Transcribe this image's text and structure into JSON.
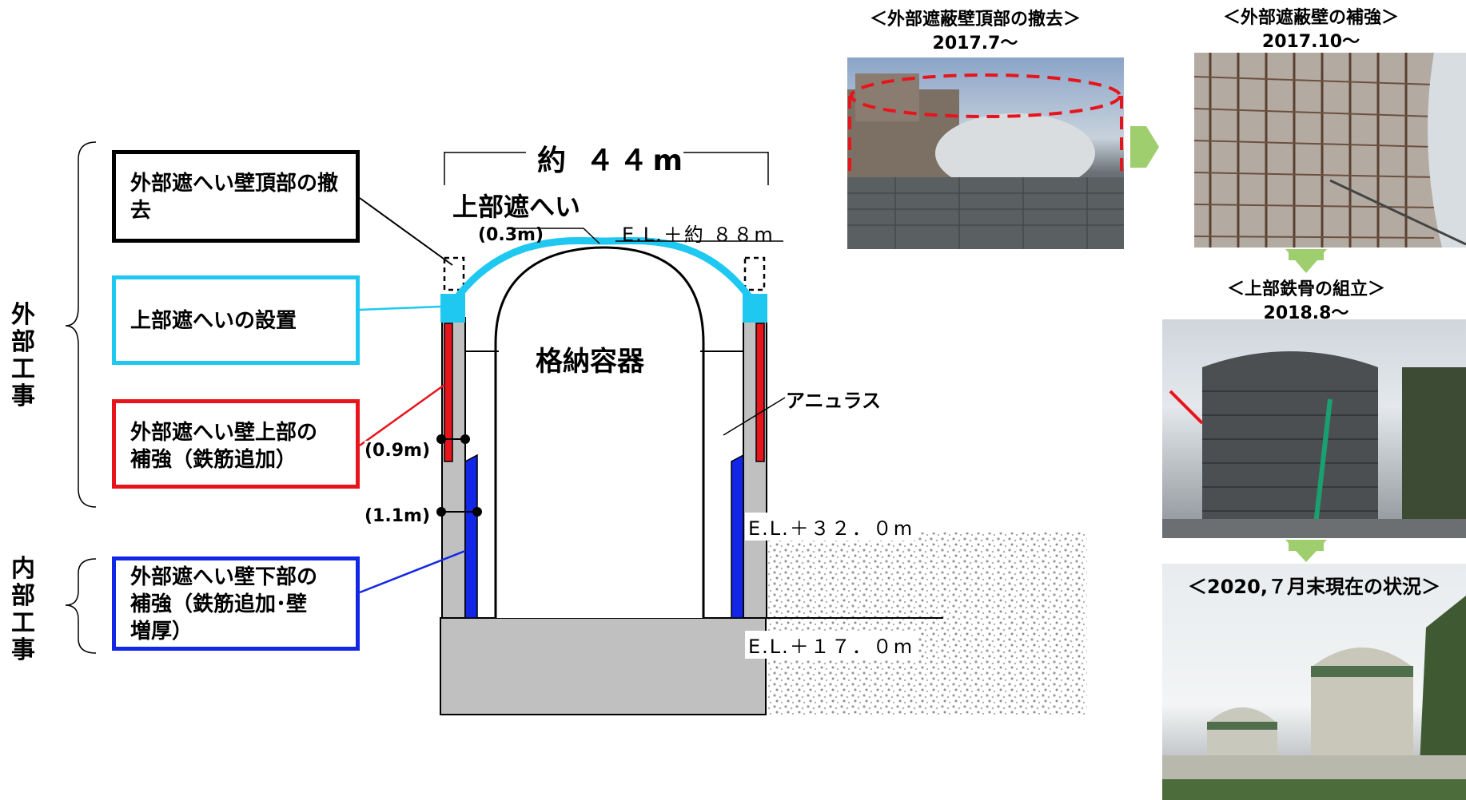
{
  "left_groups": {
    "outer": "外部工事",
    "inner": "内部工事"
  },
  "callouts": {
    "top_removal": "外部遮へい壁頂部の撤去",
    "upper_shield": "上部遮へいの設置",
    "upper_reinforce_line1": "外部遮へい壁上部の",
    "upper_reinforce_line2": "補強（鉄筋追加）",
    "lower_reinforce_line1": "外部遮へい壁下部の",
    "lower_reinforce_line2": "補強（鉄筋追加･壁",
    "lower_reinforce_line3": "増厚）"
  },
  "diagram": {
    "width_label": "約 ４４m",
    "upper_shield_label": "上部遮へい",
    "dome_thickness": "(0.3m)",
    "el_top": "E.L.＋約 ８８m",
    "vessel_label": "格納容器",
    "annulus_label": "アニュラス",
    "wall_upper_thickness": "(0.9m)",
    "wall_lower_thickness": "(1.1m)",
    "el_mid": "E.L.＋３２．０m",
    "el_bottom": "E.L.＋１７．０m"
  },
  "photos": {
    "p1_title": "＜外部遮蔽壁頂部の撤去＞",
    "p1_date": "2017.7～",
    "p2_title": "＜外部遮蔽壁の補強＞",
    "p2_date": "2017.10～",
    "p3_title": "＜上部鉄骨の組立＞",
    "p3_date": "2018.8～",
    "p4_title": "＜2020,７月末現在の状況＞"
  },
  "colors": {
    "cyan": "#1ec8f0",
    "red": "#e8141c",
    "blue": "#1226e6",
    "gray": "#c0c0c0",
    "green_arrow": "#9fce6e"
  }
}
